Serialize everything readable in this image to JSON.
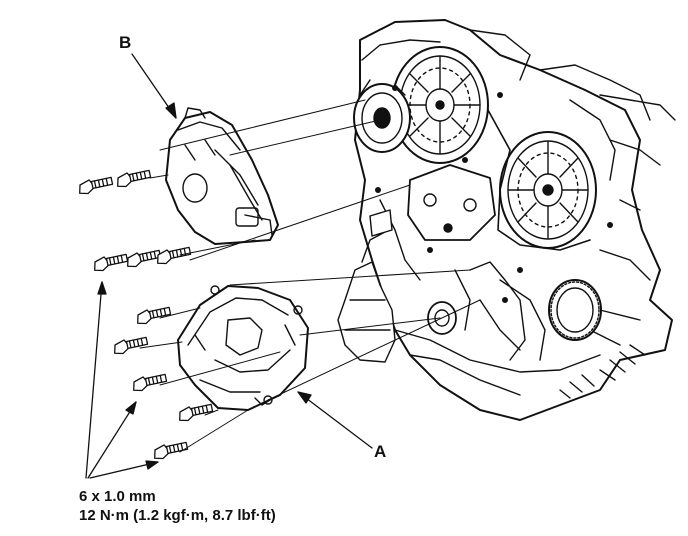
{
  "callouts": {
    "a": "A",
    "b": "B"
  },
  "bolt_spec": {
    "size": "6 x 1.0 mm",
    "torque": "12 N·m (1.2 kgf·m, 8.7 lbf·ft)"
  },
  "colors": {
    "ink": "#111111",
    "paper": "#ffffff"
  }
}
